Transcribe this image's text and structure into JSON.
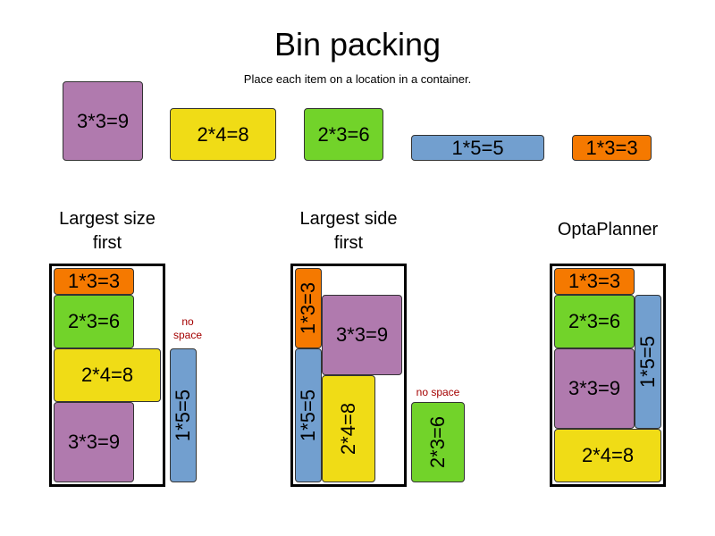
{
  "header": {
    "title": "Bin packing",
    "subtitle": "Place each item on a location in a container."
  },
  "colors": {
    "purple": "#B07AAE",
    "yellow": "#F0DC16",
    "green": "#72D32A",
    "blue": "#729FCF",
    "orange": "#F57900",
    "no_space_text": "#A40000",
    "border": "#000000"
  },
  "items": {
    "item_9": "3*3=9",
    "item_8": "2*4=8",
    "item_6": "2*3=6",
    "item_5": "1*5=5",
    "item_3": "1*3=3"
  },
  "strategies": {
    "largest_size": {
      "heading_line1": "Largest size",
      "heading_line2": "first",
      "no_space_line1": "no",
      "no_space_line2": "space"
    },
    "largest_side": {
      "heading_line1": "Largest side",
      "heading_line2": "first",
      "no_space": "no space"
    },
    "optaplanner": {
      "heading": "OptaPlanner"
    }
  }
}
